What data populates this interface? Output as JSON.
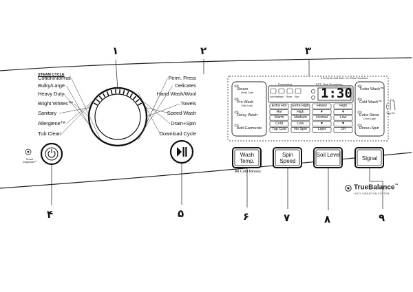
{
  "callouts": [
    "١",
    "٢",
    "٣",
    "۴",
    "۵",
    "۶",
    "٧",
    "٨",
    "٩"
  ],
  "dial": {
    "header": "STEAM CYCLE",
    "left_cycles": [
      "Cotton/Normal",
      "Bulky/Large",
      "Heavy Duty",
      "Bright Whites™",
      "Sanitary",
      "Allergiene™",
      "Tub Clean"
    ],
    "right_cycles": [
      "Perm. Press",
      "Delicates",
      "Hand Wash/Wool",
      "Towels",
      "Speed Wash",
      "Drain+Spin",
      "Download Cycle"
    ]
  },
  "power": {
    "label": "Smart Diagnosis™"
  },
  "control_panel": {
    "note": "♦ Press & Hold 3sec. for Extra Functions",
    "left_buttons": [
      {
        "label": "Steam",
        "sub": "Fresh Care"
      },
      {
        "label": "Pre Wash",
        "sub": "Child Lock"
      },
      {
        "label": "Delay Wash",
        "sub": ""
      },
      {
        "label": "Add Garments",
        "sub": ""
      }
    ],
    "status_headers": {
      "processing": "Processing",
      "time": "EST. Time Remaining"
    },
    "status_icons": [
      "Add Item",
      "Wash",
      "Rinse",
      "Spin"
    ],
    "time": "1:30",
    "option_rows": [
      [
        "Extra Hot",
        "Extra High",
        "Heavy",
        "High"
      ],
      [
        "Hot",
        "High",
        "▼",
        "▼"
      ],
      [
        "Warm",
        "Medium",
        "Normal",
        "Low"
      ],
      [
        "Cold",
        "Low",
        "▼",
        "▼"
      ],
      [
        "Tap Cold",
        "No Spin",
        "Light",
        "Off"
      ]
    ],
    "right_buttons": [
      {
        "label": "Turbo Wash™",
        "sub": ""
      },
      {
        "label": "Cold Wash™",
        "sub": ""
      },
      {
        "label": "Extra Rinse",
        "sub": "Drum Light"
      },
      {
        "label": "Rinse+Spin",
        "sub": ""
      }
    ],
    "tag_on": "Tag On"
  },
  "buttons": {
    "wash_temp": "Wash Temp.",
    "spin_speed": "Spin Speed",
    "soil_level": "Soil Level",
    "signal": "Signal",
    "all_cold_rinses": "All Cold Rinses"
  },
  "brand": {
    "name": "TrueBalance",
    "tm": "™",
    "sub": "ANTI-VIBRATION SYSTEM"
  }
}
